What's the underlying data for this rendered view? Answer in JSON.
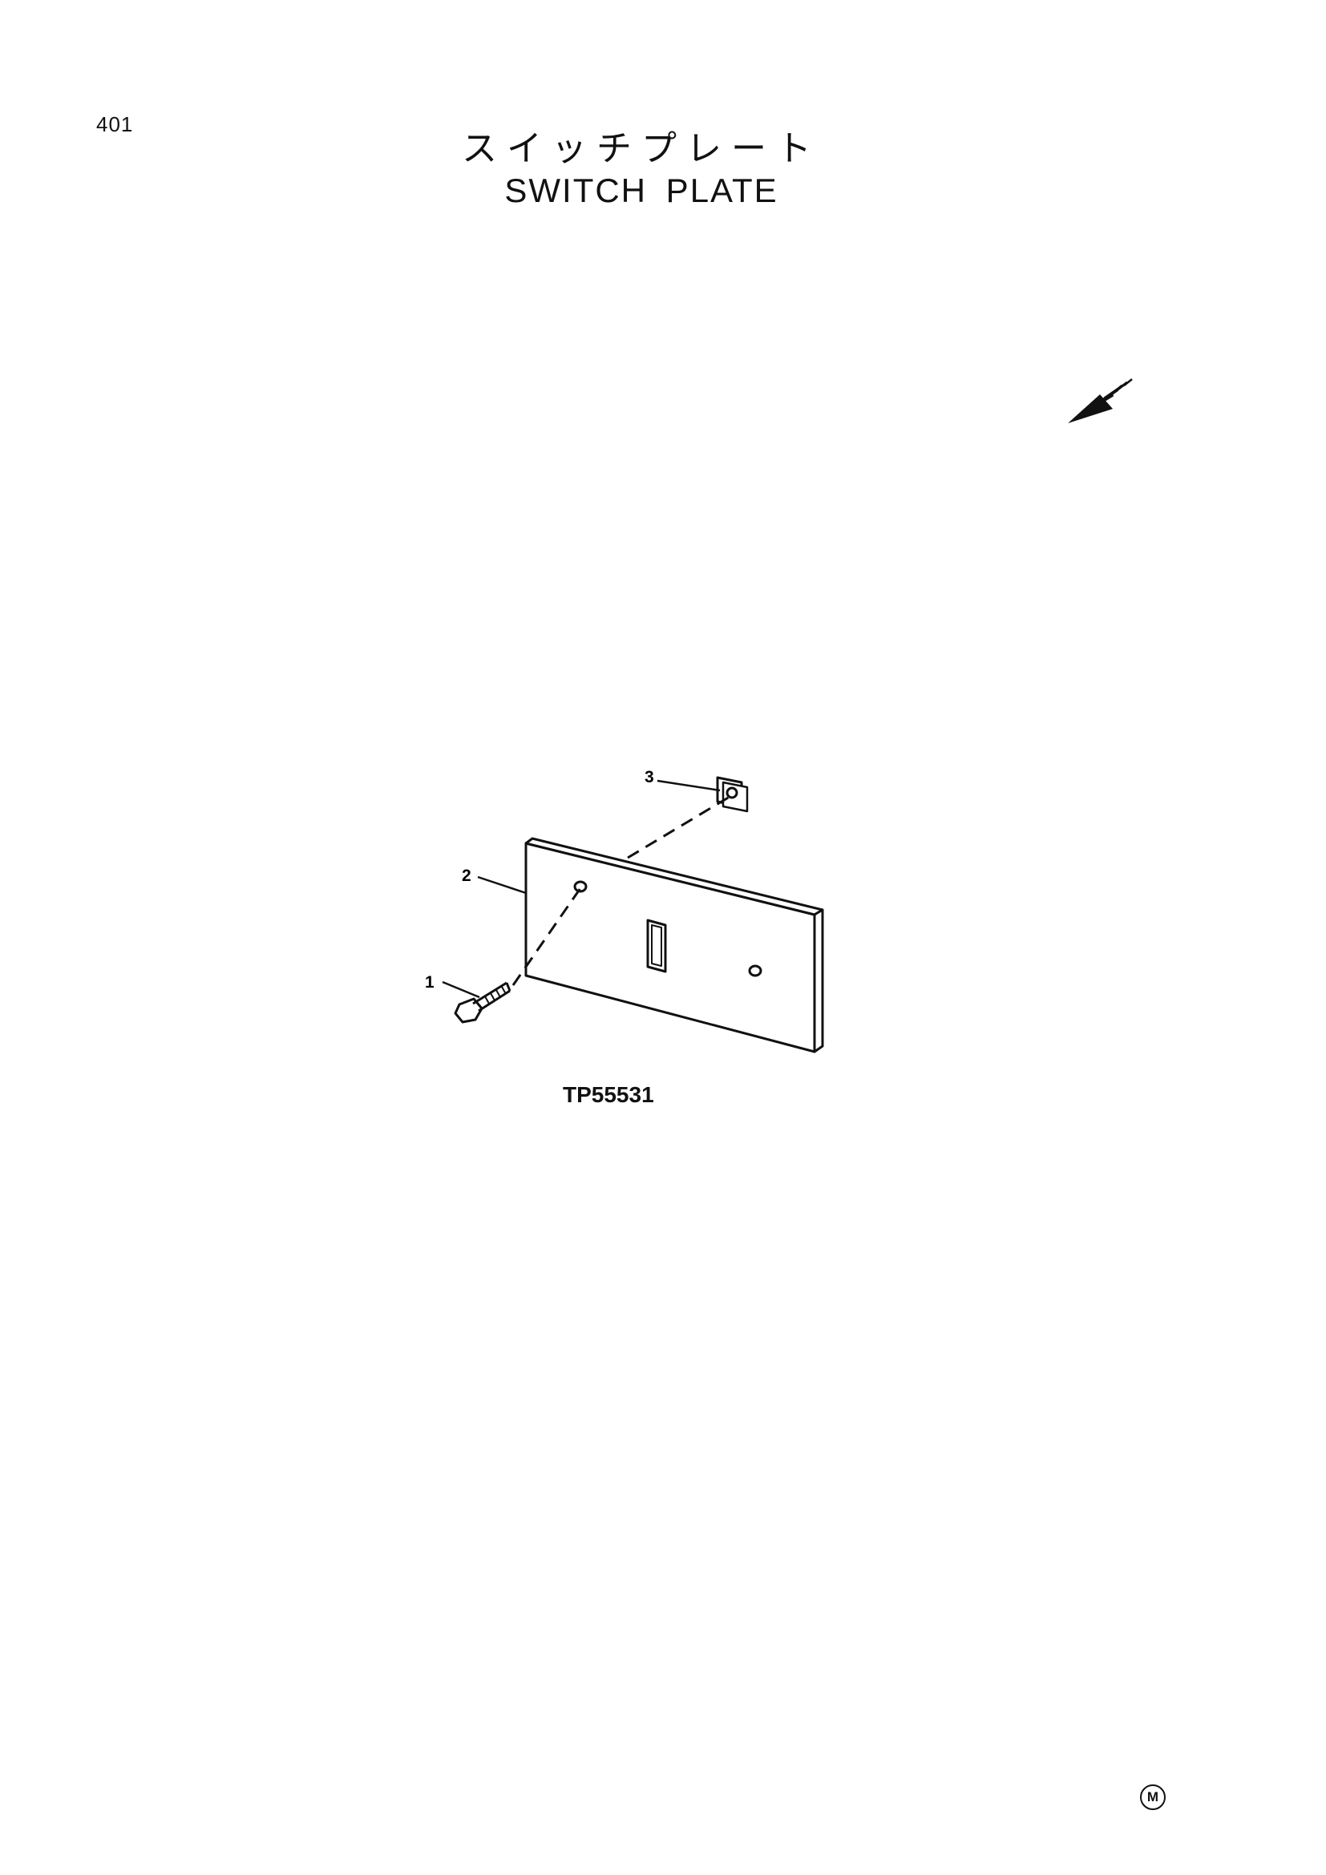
{
  "page": {
    "number": "401",
    "title_ja": "スイッチプレート",
    "title_en": "SWITCH  PLATE",
    "figure_code": "TP55531",
    "corner_mark": "M"
  },
  "diagram": {
    "callouts": [
      "1",
      "2",
      "3"
    ]
  }
}
